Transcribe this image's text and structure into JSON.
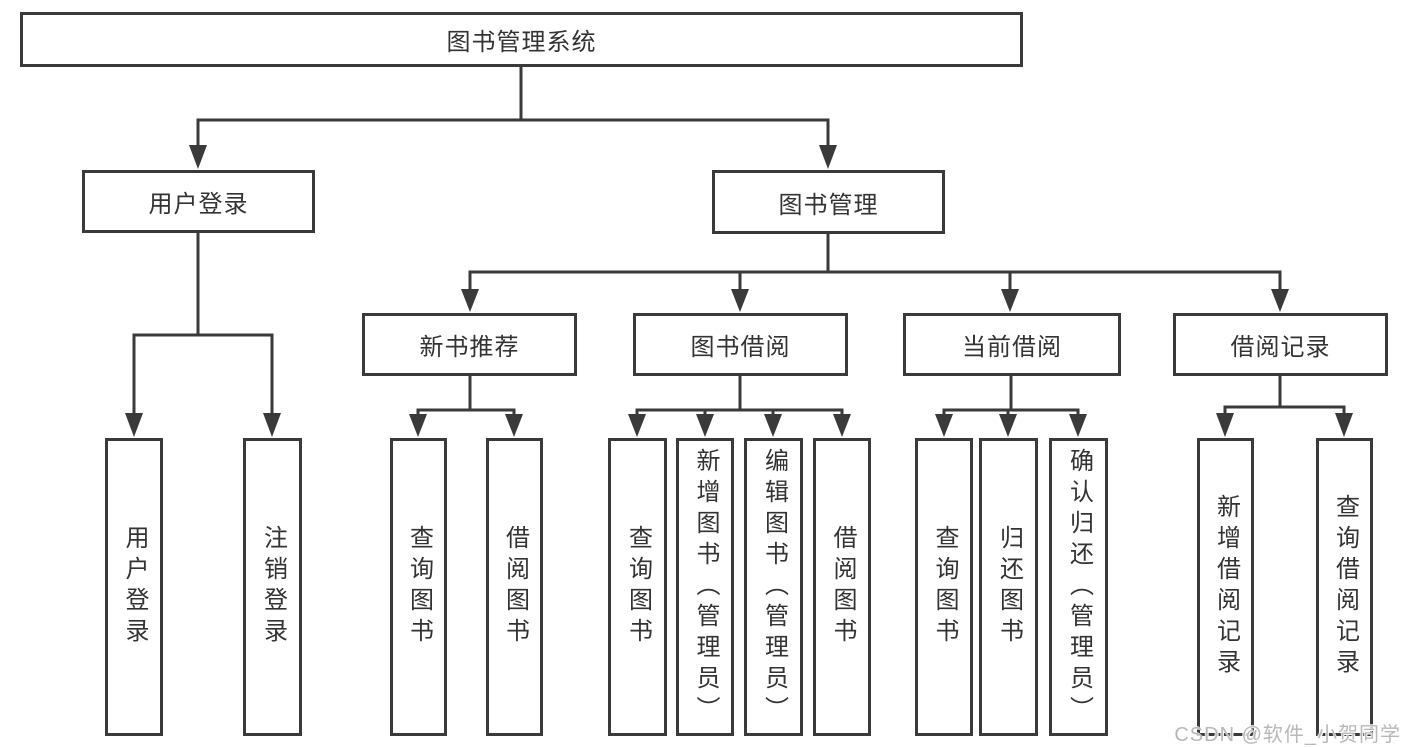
{
  "diagram": {
    "type": "hierarchy-tree",
    "root": {
      "label": "图书管理系统",
      "children": [
        {
          "label": "用户登录",
          "children": [
            {
              "label": "用户登录"
            },
            {
              "label": "注销登录"
            }
          ]
        },
        {
          "label": "图书管理",
          "children": [
            {
              "label": "新书推荐",
              "children": [
                {
                  "label": "查询图书"
                },
                {
                  "label": "借阅图书"
                }
              ]
            },
            {
              "label": "图书借阅",
              "children": [
                {
                  "label": "查询图书"
                },
                {
                  "label": "新增图书（管理员）"
                },
                {
                  "label": "编辑图书（管理员）"
                },
                {
                  "label": "借阅图书"
                }
              ]
            },
            {
              "label": "当前借阅",
              "children": [
                {
                  "label": "查询图书"
                },
                {
                  "label": "归还图书"
                },
                {
                  "label": "确认归还（管理员）"
                }
              ]
            },
            {
              "label": "借阅记录",
              "children": [
                {
                  "label": "新增借阅记录"
                },
                {
                  "label": "查询借阅记录"
                }
              ]
            }
          ]
        }
      ]
    },
    "colors": {
      "line": "#3a3a3a",
      "text": "#333333",
      "background": "#ffffff",
      "watermark": "#b8b8b8"
    }
  },
  "watermark": {
    "text": "CSDN @软件_小贺同学"
  }
}
